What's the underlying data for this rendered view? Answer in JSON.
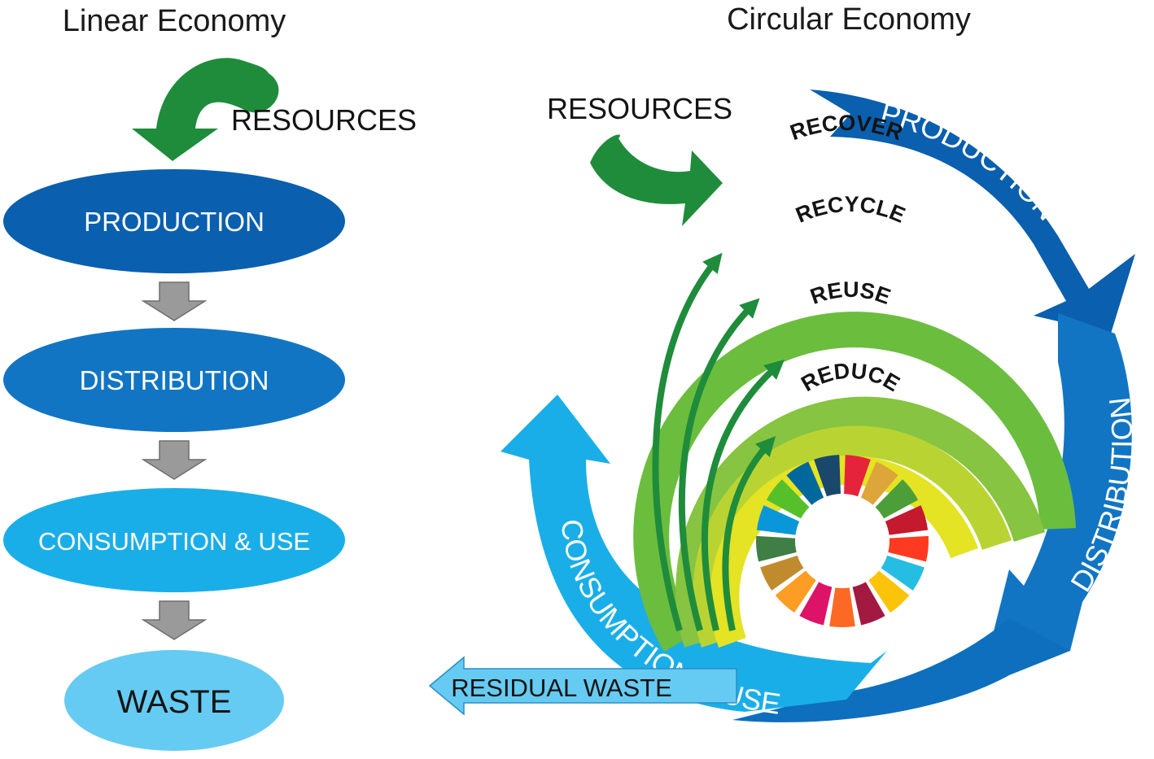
{
  "linear": {
    "title": "Linear Economy",
    "resources": "RESOURCES",
    "production": "PRODUCTION",
    "distribution": "DISTRIBUTION",
    "consumption": "CONSUMPTION & USE",
    "waste": "WASTE"
  },
  "circular": {
    "title": "Circular Economy",
    "resources": "RESOURCES",
    "production": "PRODUCTION",
    "distribution": "DISTRIBUTION",
    "consumption": "CONSUMPTION & USE",
    "residual_waste": "RESIDUAL WASTE",
    "loops": [
      "RECOVER",
      "RECYCLE",
      "REUSE",
      "REDUCE"
    ]
  },
  "colors": {
    "resource_green": "#1f8c3b",
    "production_blue": "#0a5fae",
    "distribution_blue": "#1175c4",
    "consumption_blue": "#1aaee8",
    "waste_blue": "#66cbf2",
    "flow_arrow_gray": "#9a9a9a",
    "loop_colors": [
      "#6bbd3e",
      "#86c441",
      "#b9d432",
      "#e4e324"
    ],
    "sdg_wheel": [
      "#e5243b",
      "#dda63a",
      "#4c9f38",
      "#c5192d",
      "#ff3a21",
      "#26bde2",
      "#fcc30b",
      "#a21942",
      "#fd6925",
      "#dd1367",
      "#fd9d24",
      "#bf8b2e",
      "#3f7e44",
      "#0a97d9",
      "#56c02b",
      "#00689d",
      "#19486a"
    ]
  }
}
